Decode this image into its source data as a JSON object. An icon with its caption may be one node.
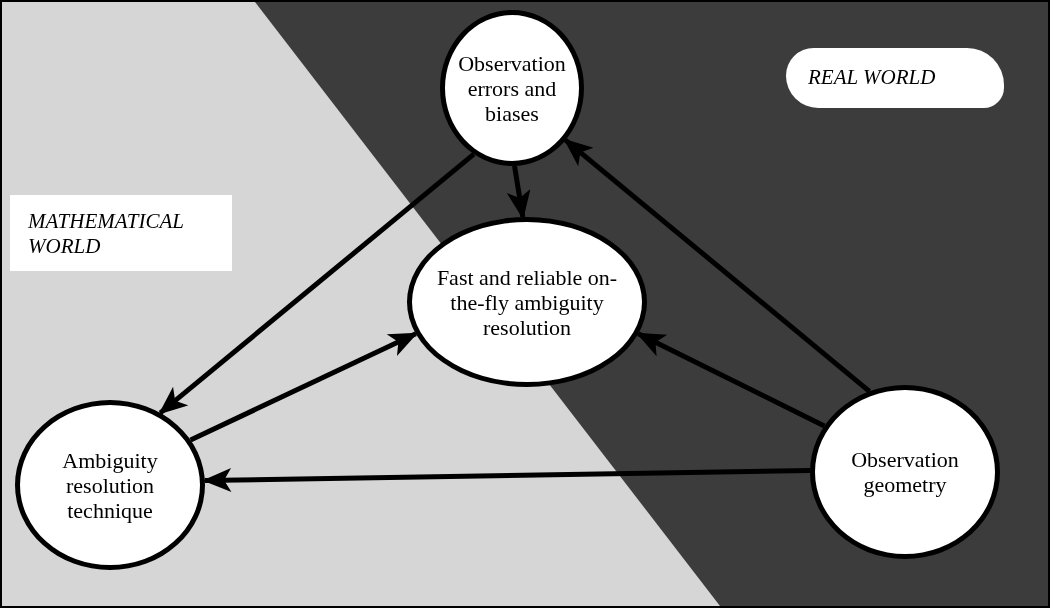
{
  "diagram": {
    "nodes": [
      {
        "text": [
          "Observation errors and biases"
        ]
      },
      {
        "text": [
          "Fast and reliable on-the-fly ambiguity resolution"
        ]
      },
      {
        "text": [
          "Ambiguity resolution technique"
        ]
      },
      {
        "text": [
          "Observation geometry"
        ]
      }
    ],
    "edges": [
      {
        "from": 0,
        "to": 2,
        "arrow": "to"
      },
      {
        "from": 0,
        "to": 1,
        "arrow": "to"
      },
      {
        "from": 2,
        "to": 1,
        "arrow": "to"
      },
      {
        "from": 3,
        "to": 1,
        "arrow": "to"
      },
      {
        "from": 3,
        "to": 0,
        "arrow": "to"
      },
      {
        "from": 3,
        "to": 2,
        "arrow": "to"
      }
    ],
    "labels": [
      "REAL WORLD",
      "MATHEMATICAL WORLD"
    ]
  }
}
